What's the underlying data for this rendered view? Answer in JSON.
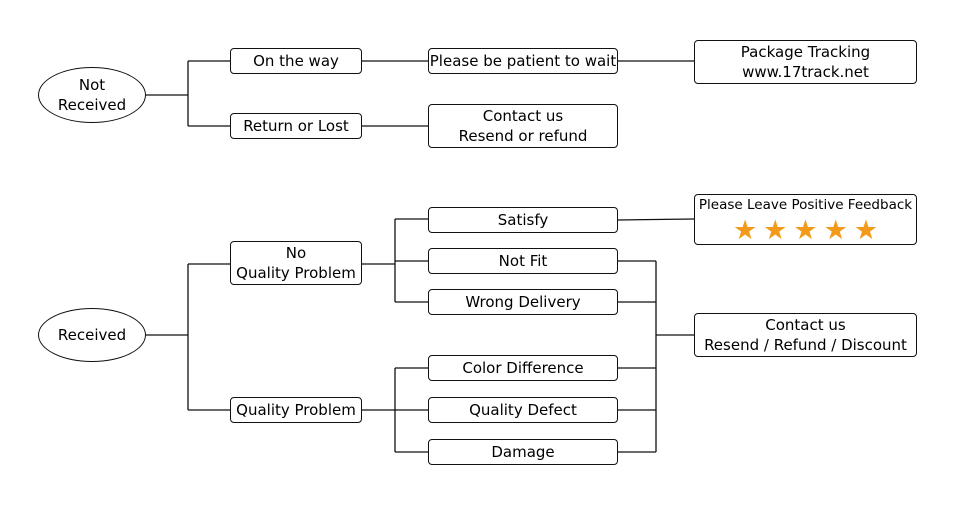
{
  "top": {
    "root": {
      "line1": "Not",
      "line2": "Received"
    },
    "on_the_way": "On the way",
    "return_or_lost": "Return or Lost",
    "patient": "Please be patient to wait",
    "tracking": {
      "line1": "Package Tracking",
      "line2": "www.17track.net"
    },
    "contact": {
      "line1": "Contact us",
      "line2": "Resend or refund"
    }
  },
  "bottom": {
    "root": "Received",
    "no_quality": {
      "line1": "No",
      "line2": "Quality Problem"
    },
    "quality": "Quality Problem",
    "satisfy": "Satisfy",
    "not_fit": "Not Fit",
    "wrong_delivery": "Wrong Delivery",
    "color_difference": "Color Difference",
    "quality_defect": "Quality Defect",
    "damage": "Damage",
    "feedback": {
      "label": "Please Leave Positive Feedback",
      "stars": 5
    },
    "contact": {
      "line1": "Contact us",
      "line2": "Resend / Refund / Discount"
    }
  },
  "colors": {
    "star": "#f39a1a",
    "line": "#111111"
  }
}
